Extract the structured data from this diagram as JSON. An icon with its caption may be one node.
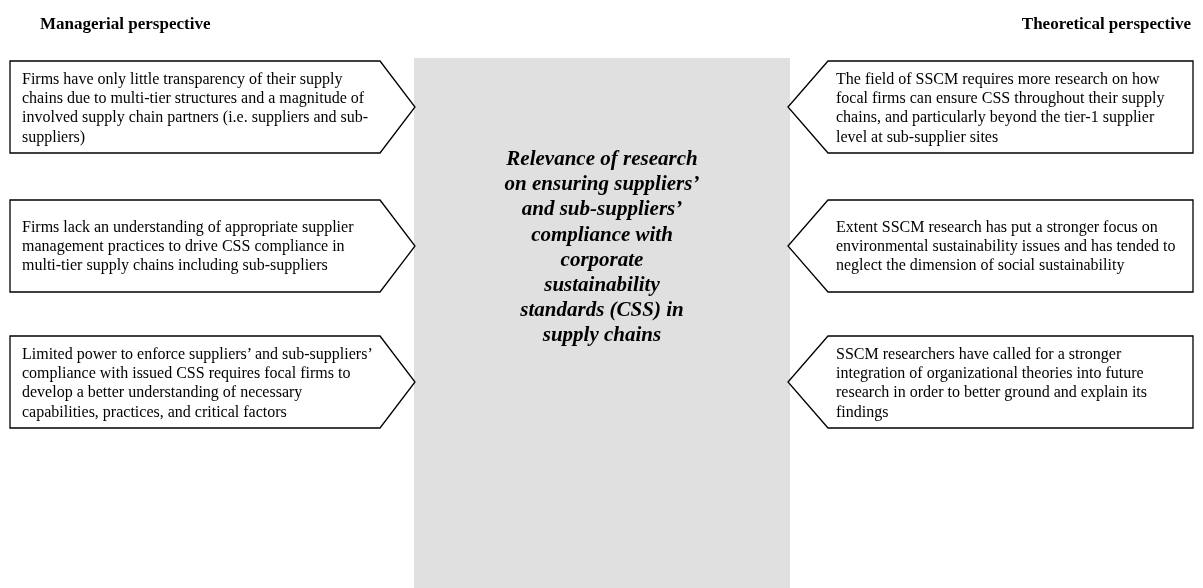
{
  "diagram": {
    "nodes": [
      {
        "text": [
          "Relevance of research on ensuring suppliers’ and sub-suppliers’ compliance with corporate sustainability standards (CSS) in supply chains"
        ]
      },
      {
        "text": [
          "Firms have only little transparency of their supply chains due to multi-tier structures and a magnitude of involved supply chain partners (i.e. suppliers and sub-suppliers)"
        ]
      },
      {
        "text": [
          "The field of SSCM requires more research on how focal firms can ensure CSS throughout their supply chains, and particularly beyond the tier-1 supplier level at sub-supplier sites"
        ]
      },
      {
        "text": [
          "Firms lack an understanding of appropriate supplier management practices to drive CSS compliance in multi-tier supply chains including sub-suppliers"
        ]
      },
      {
        "text": [
          "Extent SSCM research has put a stronger focus on environmental sustainability issues and has tended to neglect the dimension of social sustainability"
        ]
      },
      {
        "text": [
          "Limited power to enforce suppliers’ and sub-suppliers’ compliance with issued CSS requires focal firms to develop a better understanding of necessary capabilities, practices, and critical factors"
        ]
      },
      {
        "text": [
          "SSCM researchers have called for a stronger integration of organizational theories into future research in order to better ground and explain its findings"
        ]
      }
    ],
    "labels": [
      "Managerial perspective",
      "Theoretical perspective"
    ]
  }
}
